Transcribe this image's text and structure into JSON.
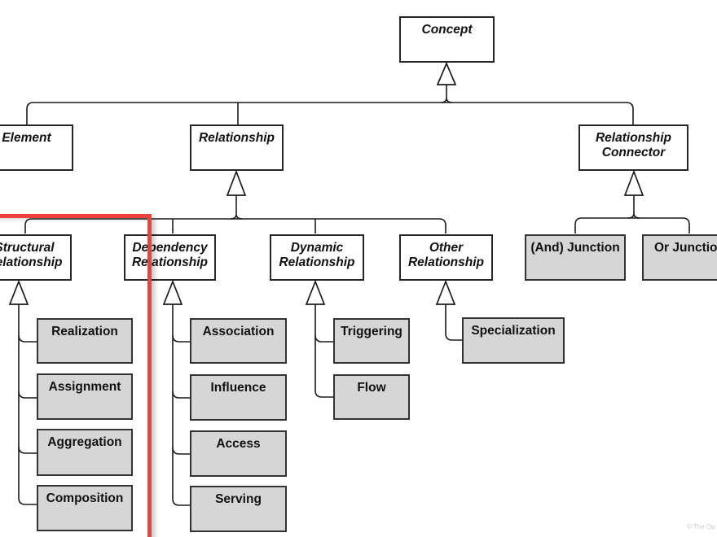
{
  "palette": {
    "background": "#ffffff",
    "abstract_box_fill": "#ffffff",
    "concrete_box_fill": "#d6d6d6",
    "box_border": "#262626",
    "line_color": "#1c1c1c",
    "highlight_red": "#ee4238",
    "watermark_gray": "#cccccc"
  },
  "nodes": {
    "concept": {
      "label": "Concept"
    },
    "element": {
      "label": "Element"
    },
    "relationship": {
      "label": "Relationship"
    },
    "relationship_connector": {
      "label": "Relationship Connector"
    },
    "structural_relationship": {
      "label": "Structural Relationship"
    },
    "dependency_relationship": {
      "label": "Dependency Relationship"
    },
    "dynamic_relationship": {
      "label": "Dynamic Relationship"
    },
    "other_relationship": {
      "label": "Other Relationship"
    },
    "realization": {
      "label": "Realization"
    },
    "assignment": {
      "label": "Assignment"
    },
    "aggregation": {
      "label": "Aggregation"
    },
    "composition": {
      "label": "Composition"
    },
    "association": {
      "label": "Association"
    },
    "influence": {
      "label": "Influence"
    },
    "access": {
      "label": "Access"
    },
    "serving": {
      "label": "Serving"
    },
    "triggering": {
      "label": "Triggering"
    },
    "flow": {
      "label": "Flow"
    },
    "specialization": {
      "label": "Specialization"
    },
    "and_junction": {
      "label": "(And) Junction"
    },
    "or_junction": {
      "label": "Or Junction"
    }
  },
  "edges": [
    {
      "from": "Element",
      "to": "Concept",
      "type": "generalization"
    },
    {
      "from": "Relationship",
      "to": "Concept",
      "type": "generalization"
    },
    {
      "from": "Relationship Connector",
      "to": "Concept",
      "type": "generalization"
    },
    {
      "from": "Structural Relationship",
      "to": "Relationship",
      "type": "generalization"
    },
    {
      "from": "Dependency Relationship",
      "to": "Relationship",
      "type": "generalization"
    },
    {
      "from": "Dynamic Relationship",
      "to": "Relationship",
      "type": "generalization"
    },
    {
      "from": "Other Relationship",
      "to": "Relationship",
      "type": "generalization"
    },
    {
      "from": "Realization",
      "to": "Structural Relationship",
      "type": "generalization"
    },
    {
      "from": "Assignment",
      "to": "Structural Relationship",
      "type": "generalization"
    },
    {
      "from": "Aggregation",
      "to": "Structural Relationship",
      "type": "generalization"
    },
    {
      "from": "Composition",
      "to": "Structural Relationship",
      "type": "generalization"
    },
    {
      "from": "Association",
      "to": "Dependency Relationship",
      "type": "generalization"
    },
    {
      "from": "Influence",
      "to": "Dependency Relationship",
      "type": "generalization"
    },
    {
      "from": "Access",
      "to": "Dependency Relationship",
      "type": "generalization"
    },
    {
      "from": "Serving",
      "to": "Dependency Relationship",
      "type": "generalization"
    },
    {
      "from": "Triggering",
      "to": "Dynamic Relationship",
      "type": "generalization"
    },
    {
      "from": "Flow",
      "to": "Dynamic Relationship",
      "type": "generalization"
    },
    {
      "from": "Specialization",
      "to": "Other Relationship",
      "type": "generalization"
    },
    {
      "from": "(And) Junction",
      "to": "Relationship Connector",
      "type": "generalization"
    },
    {
      "from": "Or Junction",
      "to": "Relationship Connector",
      "type": "generalization"
    }
  ],
  "highlight": {
    "target": "structural-relationship-branch",
    "color": "#ee4238"
  },
  "watermark": {
    "text": "© The Op"
  }
}
